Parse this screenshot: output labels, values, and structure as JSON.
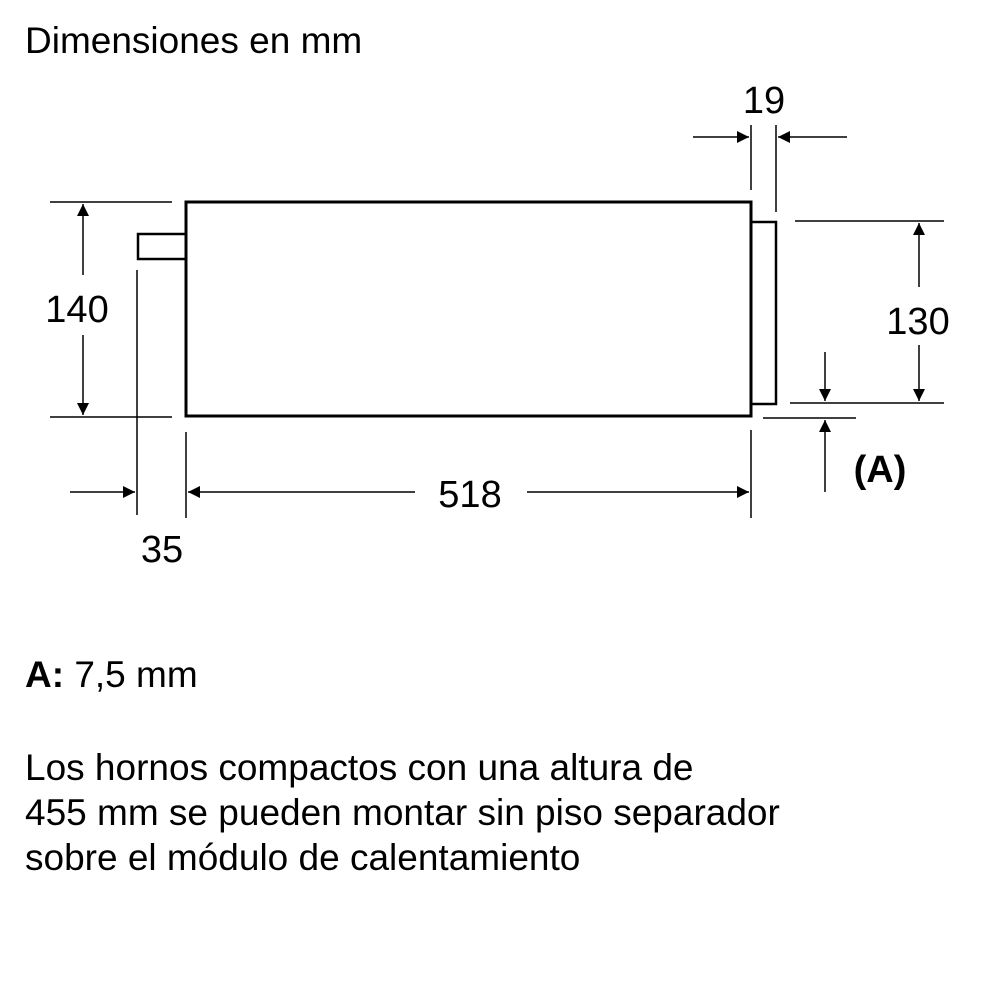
{
  "header": {
    "title": "Dimensiones en mm"
  },
  "diagram": {
    "dimensions": {
      "height_total": "140",
      "front_height": "130",
      "depth": "518",
      "rear_protrusion": "35",
      "front_thickness": "19",
      "gap_label": "(A)"
    }
  },
  "notes": {
    "a_label": "A:",
    "a_value": "7,5 mm",
    "description_lines": [
      "Los hornos compactos con una altura de",
      "455 mm se pueden montar sin piso separador",
      "sobre el módulo de calentamiento"
    ]
  }
}
